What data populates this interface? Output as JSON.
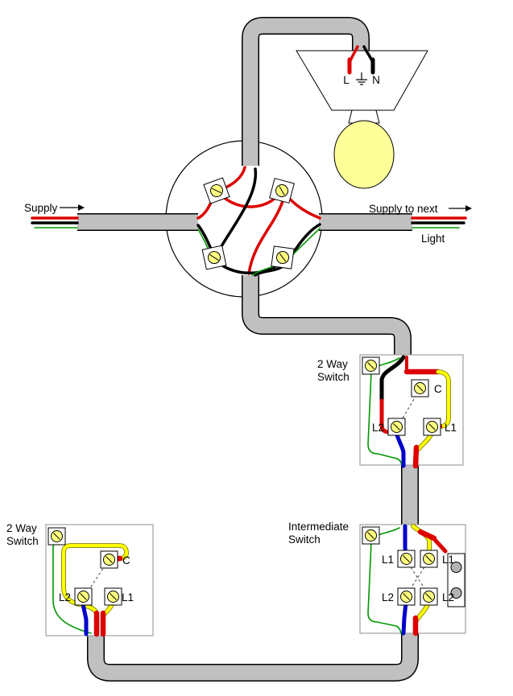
{
  "diagram": {
    "labels": {
      "supply": "Supply",
      "supply_to_next": "Supply to next",
      "light": "Light",
      "lamp_l": "L",
      "lamp_n": "N",
      "switch_right": {
        "line1": "2 Way",
        "line2": "Switch",
        "c": "C",
        "l2": "L2",
        "l1": "L1"
      },
      "intermediate": {
        "line1": "Intermediate",
        "line2": "Switch",
        "tl": "L1",
        "tr": "L1",
        "bl": "L2",
        "br": "L2"
      },
      "switch_left": {
        "line1": "2 Way",
        "line2": "Switch",
        "c": "C",
        "l2": "L2",
        "l1": "L1"
      }
    },
    "colors": {
      "cable": "#c0c0c0",
      "wire_red": "#dd0000",
      "wire_black": "#000000",
      "wire_yellow": "#ffff00",
      "wire_blue": "#0000cc",
      "wire_earth": "#009900",
      "bulb": "#ffff99",
      "screw": "#ffff80",
      "box_border": "#a0a0a0",
      "block_screw": "#b3b3b3"
    }
  }
}
